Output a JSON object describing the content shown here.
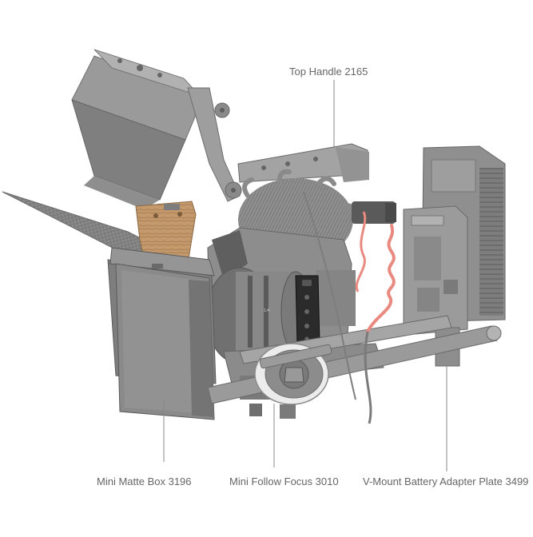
{
  "labels": {
    "top_handle": "Top Handle 2165",
    "matte_box": "Mini Matte Box 3196",
    "follow_focus": "Mini Follow Focus 3010",
    "vmount": "V-Mount Battery Adapter Plate 3499"
  },
  "colors": {
    "background": "#ffffff",
    "rig_gray": "#8c8c8c",
    "rig_dark": "#6e6e6e",
    "rig_light": "#a6a6a6",
    "cage_black": "#2b2b2b",
    "wood": "#c49a6c",
    "cable_red": "#e98a80",
    "callout_line": "#888888",
    "label_text": "#666666"
  }
}
